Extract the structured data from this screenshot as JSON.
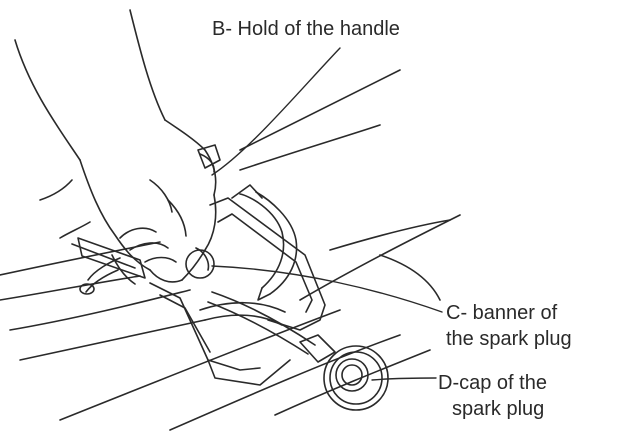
{
  "callouts": {
    "b": {
      "text": "B- Hold of the handle"
    },
    "c": {
      "lines": [
        "C- banner of",
        "the spark plug"
      ]
    },
    "d": {
      "lines": [
        "D-cap of the",
        "spark plug"
      ]
    }
  },
  "colors": {
    "ink": "#2a2a2a",
    "background": "#ffffff"
  }
}
